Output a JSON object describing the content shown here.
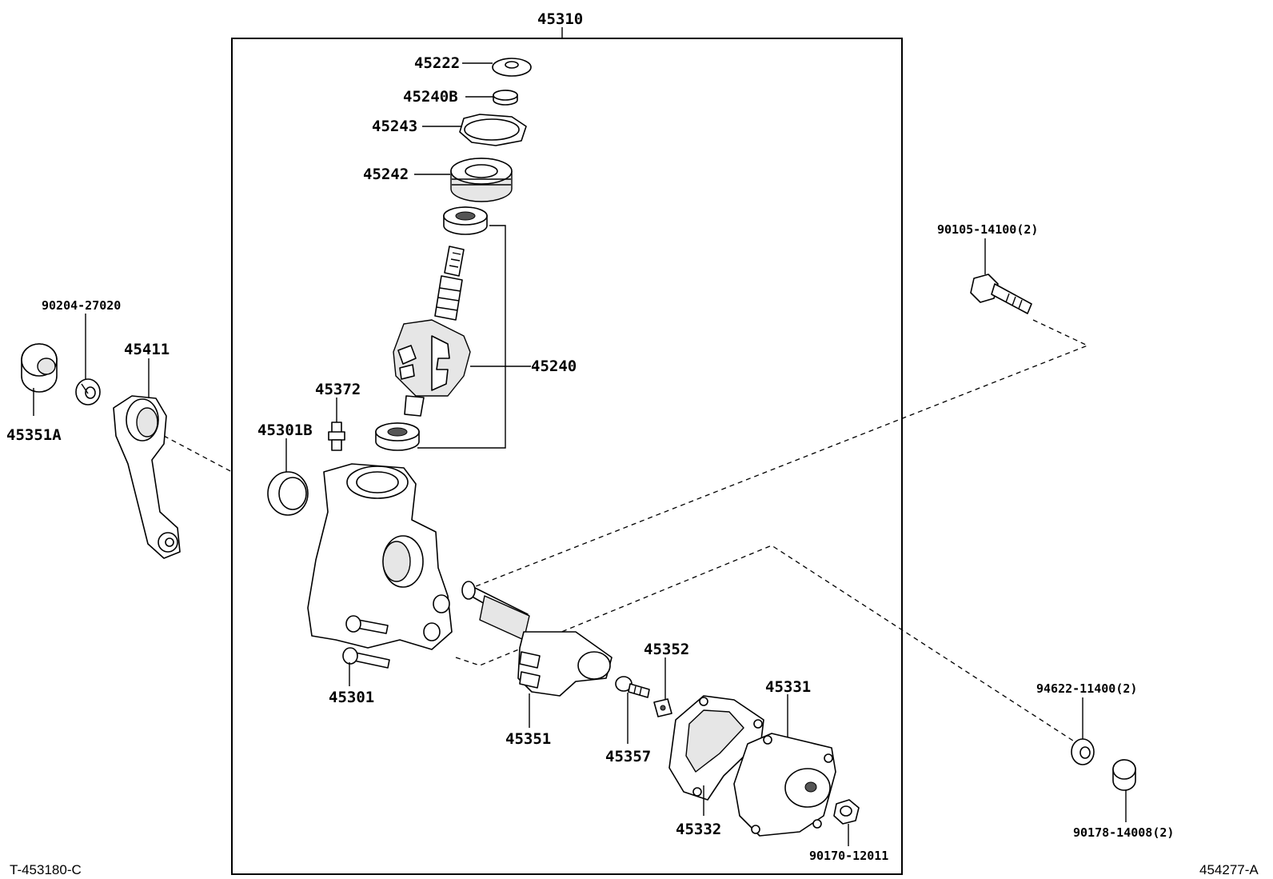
{
  "assembly_label": "45310",
  "parts": {
    "p45222": "45222",
    "p45240B": "45240B",
    "p45243": "45243",
    "p45242": "45242",
    "p45240": "45240",
    "p45372": "45372",
    "p45301B": "45301B",
    "p45301": "45301",
    "p45351": "45351",
    "p45352": "45352",
    "p45357": "45357",
    "p45331": "45331",
    "p45332": "45332",
    "p90170": "90170-12011",
    "p45411": "45411",
    "p45351A": "45351A",
    "p90204": "90204-27020",
    "p90105": "90105-14100(2)",
    "p94622": "94622-11400(2)",
    "p90178": "90178-14008(2)"
  },
  "footer": {
    "left_code": "T-453180-C",
    "right_code": "454277-A"
  }
}
